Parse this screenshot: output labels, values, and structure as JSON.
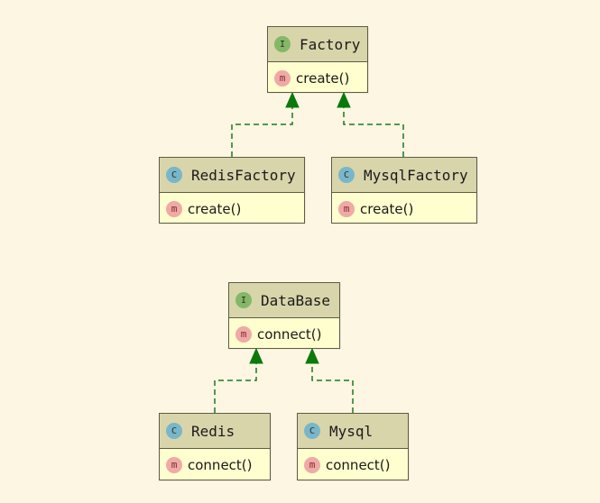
{
  "diagram": {
    "colors": {
      "background": "#fdf6e3",
      "node_header": "#d8d5ab",
      "node_body": "#fefece",
      "interface_badge": "#84b867",
      "class_badge": "#79b6c9",
      "method_badge": "#f0a9a6",
      "edge": "#0a7a0a"
    },
    "nodes": {
      "factory": {
        "kind": "interface",
        "badge": "I",
        "name": "Factory",
        "methods": [
          {
            "badge": "m",
            "name": "create()"
          }
        ]
      },
      "redis_factory": {
        "kind": "class",
        "badge": "C",
        "name": "RedisFactory",
        "methods": [
          {
            "badge": "m",
            "name": "create()"
          }
        ]
      },
      "mysql_factory": {
        "kind": "class",
        "badge": "C",
        "name": "MysqlFactory",
        "methods": [
          {
            "badge": "m",
            "name": "create()"
          }
        ]
      },
      "database": {
        "kind": "interface",
        "badge": "I",
        "name": "DataBase",
        "methods": [
          {
            "badge": "m",
            "name": "connect()"
          }
        ]
      },
      "redis": {
        "kind": "class",
        "badge": "C",
        "name": "Redis",
        "methods": [
          {
            "badge": "m",
            "name": "connect()"
          }
        ]
      },
      "mysql": {
        "kind": "class",
        "badge": "C",
        "name": "Mysql",
        "methods": [
          {
            "badge": "m",
            "name": "connect()"
          }
        ]
      }
    },
    "edges": [
      {
        "from": "redis_factory",
        "to": "factory",
        "type": "implements"
      },
      {
        "from": "mysql_factory",
        "to": "factory",
        "type": "implements"
      },
      {
        "from": "redis",
        "to": "database",
        "type": "implements"
      },
      {
        "from": "mysql",
        "to": "database",
        "type": "implements"
      }
    ]
  }
}
